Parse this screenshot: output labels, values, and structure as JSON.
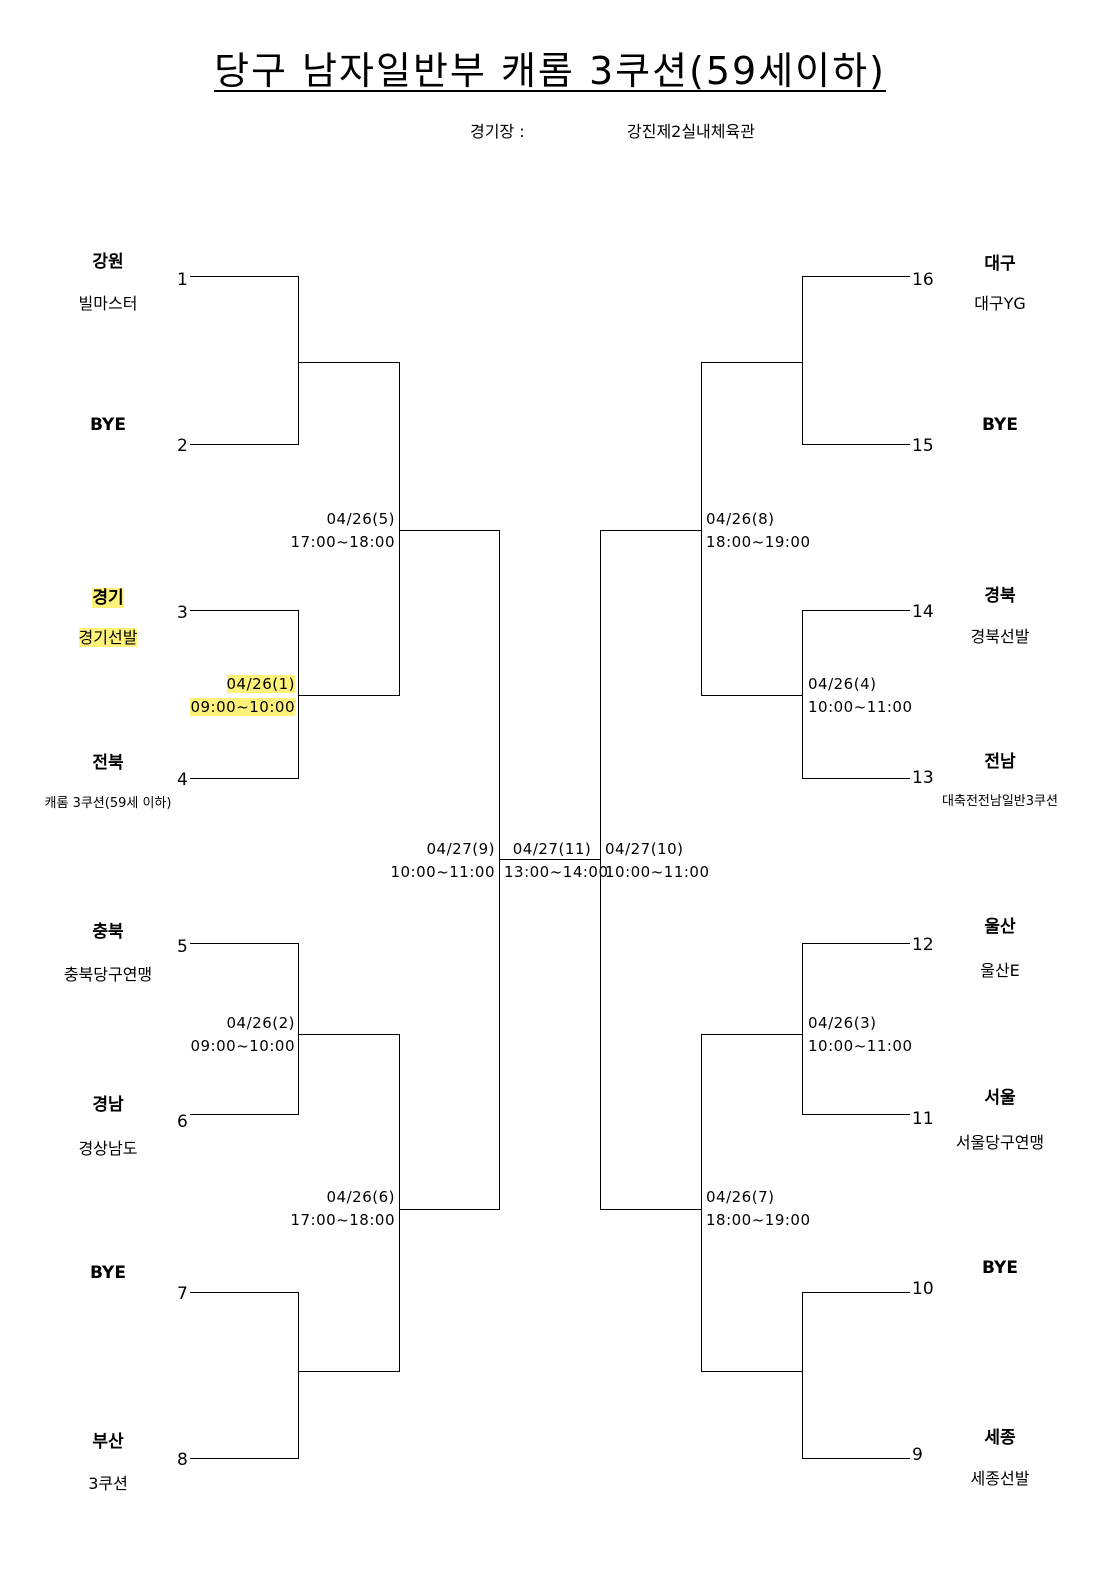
{
  "title": "당구 남자일반부 캐롬 3쿠션(59세이하)",
  "venue": {
    "label": "경기장 :",
    "value": "강진제2실내체육관"
  },
  "left_entries": [
    {
      "seed": "1",
      "region": "강원",
      "team": "빌마스터"
    },
    {
      "seed": "2",
      "region": "BYE",
      "team": ""
    },
    {
      "seed": "3",
      "region": "경기",
      "team": "경기선발",
      "highlighted": true
    },
    {
      "seed": "4",
      "region": "전북",
      "team": "캐롬 3쿠션(59세 이하)"
    },
    {
      "seed": "5",
      "region": "충북",
      "team": "충북당구연맹"
    },
    {
      "seed": "6",
      "region": "경남",
      "team": "경상남도"
    },
    {
      "seed": "7",
      "region": "BYE",
      "team": ""
    },
    {
      "seed": "8",
      "region": "부산",
      "team": "3쿠션"
    }
  ],
  "right_entries": [
    {
      "seed": "16",
      "region": "대구",
      "team": "대구YG"
    },
    {
      "seed": "15",
      "region": "BYE",
      "team": ""
    },
    {
      "seed": "14",
      "region": "경북",
      "team": "경북선발"
    },
    {
      "seed": "13",
      "region": "전남",
      "team": "대축전전남일반3쿠션"
    },
    {
      "seed": "12",
      "region": "울산",
      "team": "울산E"
    },
    {
      "seed": "11",
      "region": "서울",
      "team": "서울당구연맹"
    },
    {
      "seed": "10",
      "region": "BYE",
      "team": ""
    },
    {
      "seed": "9",
      "region": "세종",
      "team": "세종선발"
    }
  ],
  "matches": {
    "m1": {
      "date": "04/26(1)",
      "time": "09:00~10:00",
      "highlighted": true
    },
    "m2": {
      "date": "04/26(2)",
      "time": "09:00~10:00"
    },
    "m3": {
      "date": "04/26(3)",
      "time": "10:00~11:00"
    },
    "m4": {
      "date": "04/26(4)",
      "time": "10:00~11:00"
    },
    "m5": {
      "date": "04/26(5)",
      "time": "17:00~18:00"
    },
    "m6": {
      "date": "04/26(6)",
      "time": "17:00~18:00"
    },
    "m7": {
      "date": "04/26(7)",
      "time": "18:00~19:00"
    },
    "m8": {
      "date": "04/26(8)",
      "time": "18:00~19:00"
    },
    "m9": {
      "date": "04/27(9)",
      "time": "10:00~11:00"
    },
    "m10": {
      "date": "04/27(10)",
      "time": "10:00~11:00"
    },
    "m11": {
      "date": "04/27(11)",
      "time": "13:00~14:00"
    }
  },
  "colors": {
    "highlight": "#fff27a",
    "line": "#000000"
  }
}
